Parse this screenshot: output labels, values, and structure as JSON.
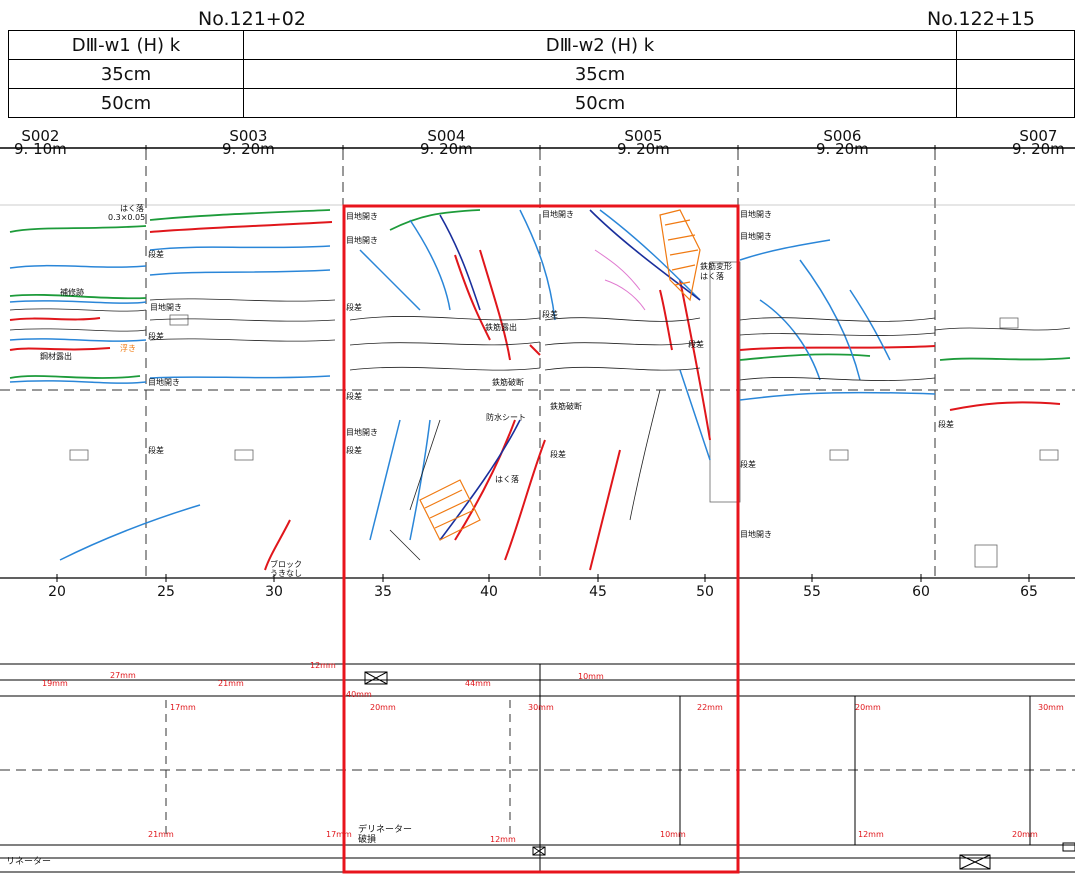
{
  "stations": {
    "left": "No.121+02",
    "right": "No.122+15"
  },
  "header_rows": [
    {
      "left": "DⅢ-w1 (H) k",
      "right": "DⅢ-w2 (H) k"
    },
    {
      "left": "35cm",
      "right": "35cm"
    },
    {
      "left": "50cm",
      "right": "50cm"
    }
  ],
  "segments": [
    {
      "id": "S002",
      "len": "9. 10m"
    },
    {
      "id": "S003",
      "len": "9. 20m"
    },
    {
      "id": "S004",
      "len": "9. 20m"
    },
    {
      "id": "S005",
      "len": "9. 20m"
    },
    {
      "id": "S006",
      "len": "9. 20m"
    },
    {
      "id": "S007",
      "len": "9. 20m"
    }
  ],
  "axis_ticks": [
    "20",
    "25",
    "30",
    "35",
    "40",
    "45",
    "50",
    "55",
    "60",
    "65"
  ],
  "annotations": {
    "a1": "はく落",
    "a2": "0.3×0.05",
    "a3": "浮き",
    "a4": "段差",
    "a5": "目地開き",
    "a6": "補修跡",
    "a7": "鋼材露出",
    "a8": "段差",
    "b1": "目地開き",
    "b2": "段差",
    "b3": "ブロック",
    "b4": "うきなし",
    "c1": "目地開き",
    "c2": "目地開き",
    "c3": "段差",
    "c4": "段差",
    "c5": "目地開き",
    "c6": "段差",
    "d1": "鉄筋露出",
    "d2": "防水シート",
    "d3": "鉄筋破断",
    "d4": "はく落",
    "e1": "目地開き",
    "e2": "段差",
    "e3": "鉄筋破断",
    "e4": "段差",
    "f1": "鉄筋変形",
    "f2": "はく落",
    "f3": "段差",
    "f4": "目地開き",
    "g1": "目地開き",
    "g2": "段差",
    "g3": "目地開き",
    "g4": "段差",
    "bottom1": "デリネーター",
    "bottom2": "破損",
    "bottom3": "リネーター"
  },
  "bottom_values": [
    "19mm",
    "21mm",
    "27mm",
    "12mm",
    "17mm",
    "44mm",
    "30mm",
    "22mm",
    "20mm",
    "10mm",
    "30mm",
    "40mm",
    "20mm",
    "21mm",
    "17mm",
    "12mm",
    "12mm",
    "20mm",
    "10mm"
  ],
  "colors": {
    "highlight": "#e8141c",
    "red": "#e0161b",
    "blue": "#2a86d8",
    "green": "#1d9b3a",
    "orange": "#f07a12",
    "pink": "#e07ad0",
    "navy": "#1a2f9c"
  }
}
